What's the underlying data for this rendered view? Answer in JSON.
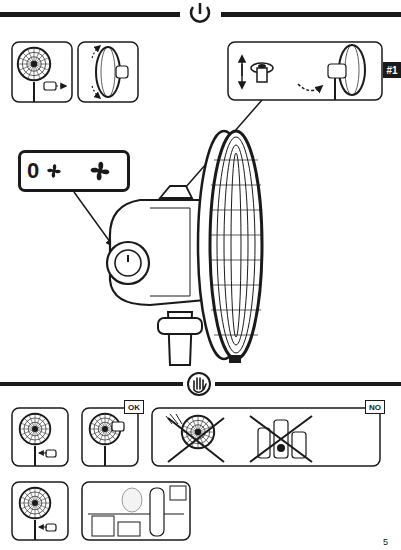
{
  "diagram": {
    "nodes": [
      {
        "text": [
          "#1"
        ]
      },
      {
        "text": [
          "0"
        ]
      },
      {
        "text": [
          "OK"
        ]
      },
      {
        "text": [
          "NO"
        ]
      }
    ],
    "labels": [
      "5"
    ]
  }
}
